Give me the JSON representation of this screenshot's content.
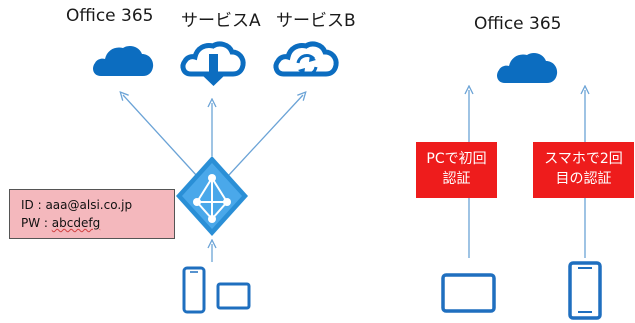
{
  "left": {
    "services": [
      "Office 365",
      "サービスA",
      "サービスB"
    ],
    "credentials": {
      "id_label": "ID",
      "id_value": "aaa@alsi.co.jp",
      "pw_label": "PW",
      "pw_value": "abcdefg"
    }
  },
  "right": {
    "service": "Office 365",
    "pc_note": [
      "PCで初回",
      "認証"
    ],
    "phone_note": [
      "スマホで2回",
      "目の認証"
    ]
  },
  "colors": {
    "icon_blue": "#0c6dc0",
    "azure_blue": "#2a8fd6",
    "arrow_blue": "#6ba3d6",
    "device_blue": "#1f6fbf",
    "red_note": "#ee1c1c",
    "cred_box": "#f4b8bd"
  },
  "icons": [
    "cloud-icon",
    "cloud-download-icon",
    "cloud-sync-icon",
    "azure-ad-icon",
    "smartphone-icon",
    "tablet-icon"
  ]
}
